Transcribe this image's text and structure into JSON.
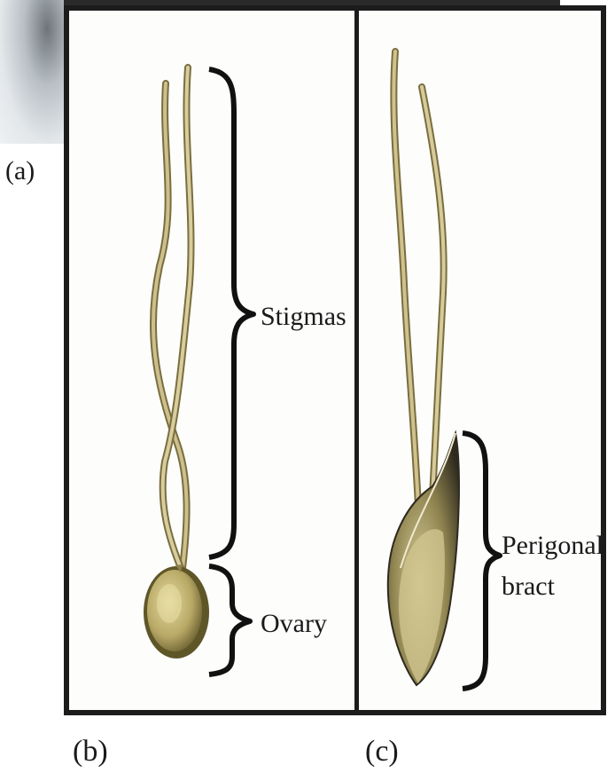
{
  "panels": {
    "a_label": "(a)",
    "b_label": "(b)",
    "c_label": "(c)"
  },
  "labels": {
    "stigmas": "Stigmas",
    "ovary": "Ovary",
    "perigonal_line1": "Perigonal",
    "perigonal_line2": "bract"
  },
  "colors": {
    "frame": "#1c1c1c",
    "plant_light": "#c6b98a",
    "plant_dark": "#7a6e3e",
    "bract_dark": "#2e2a1e"
  }
}
